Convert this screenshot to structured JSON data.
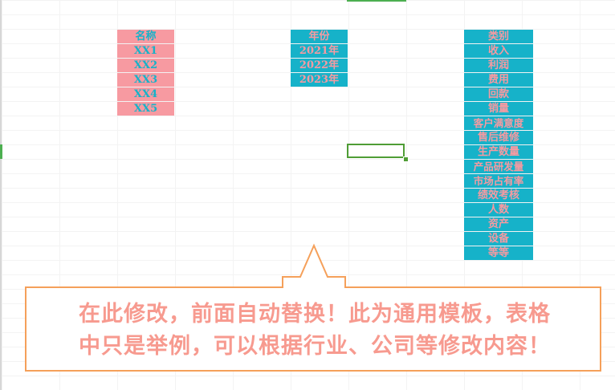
{
  "names": {
    "header": "名称",
    "items": [
      "XX1",
      "XX2",
      "XX3",
      "XX4",
      "XX5"
    ]
  },
  "years": {
    "header": "年份",
    "items": [
      "2021年",
      "2022年",
      "2023年"
    ]
  },
  "categories": {
    "header": "类别",
    "items": [
      "收入",
      "利润",
      "费用",
      "回款",
      "销量",
      "客户满意度",
      "售后维修",
      "生产数量",
      "产品研发量",
      "市场占有率",
      "绩效考核",
      "人数",
      "资产",
      "设备",
      "等等"
    ]
  },
  "note": {
    "line1": "在此修改，前面自动替换！此为通用模板，表格",
    "line2": "中只是举例，可以根据行业、公司等修改内容！"
  },
  "colors": {
    "pink": "#f79aa1",
    "teal": "#16b2c9",
    "note_border": "#f5a05a",
    "note_text": "#f79a8f",
    "selection": "#4f9d35"
  }
}
